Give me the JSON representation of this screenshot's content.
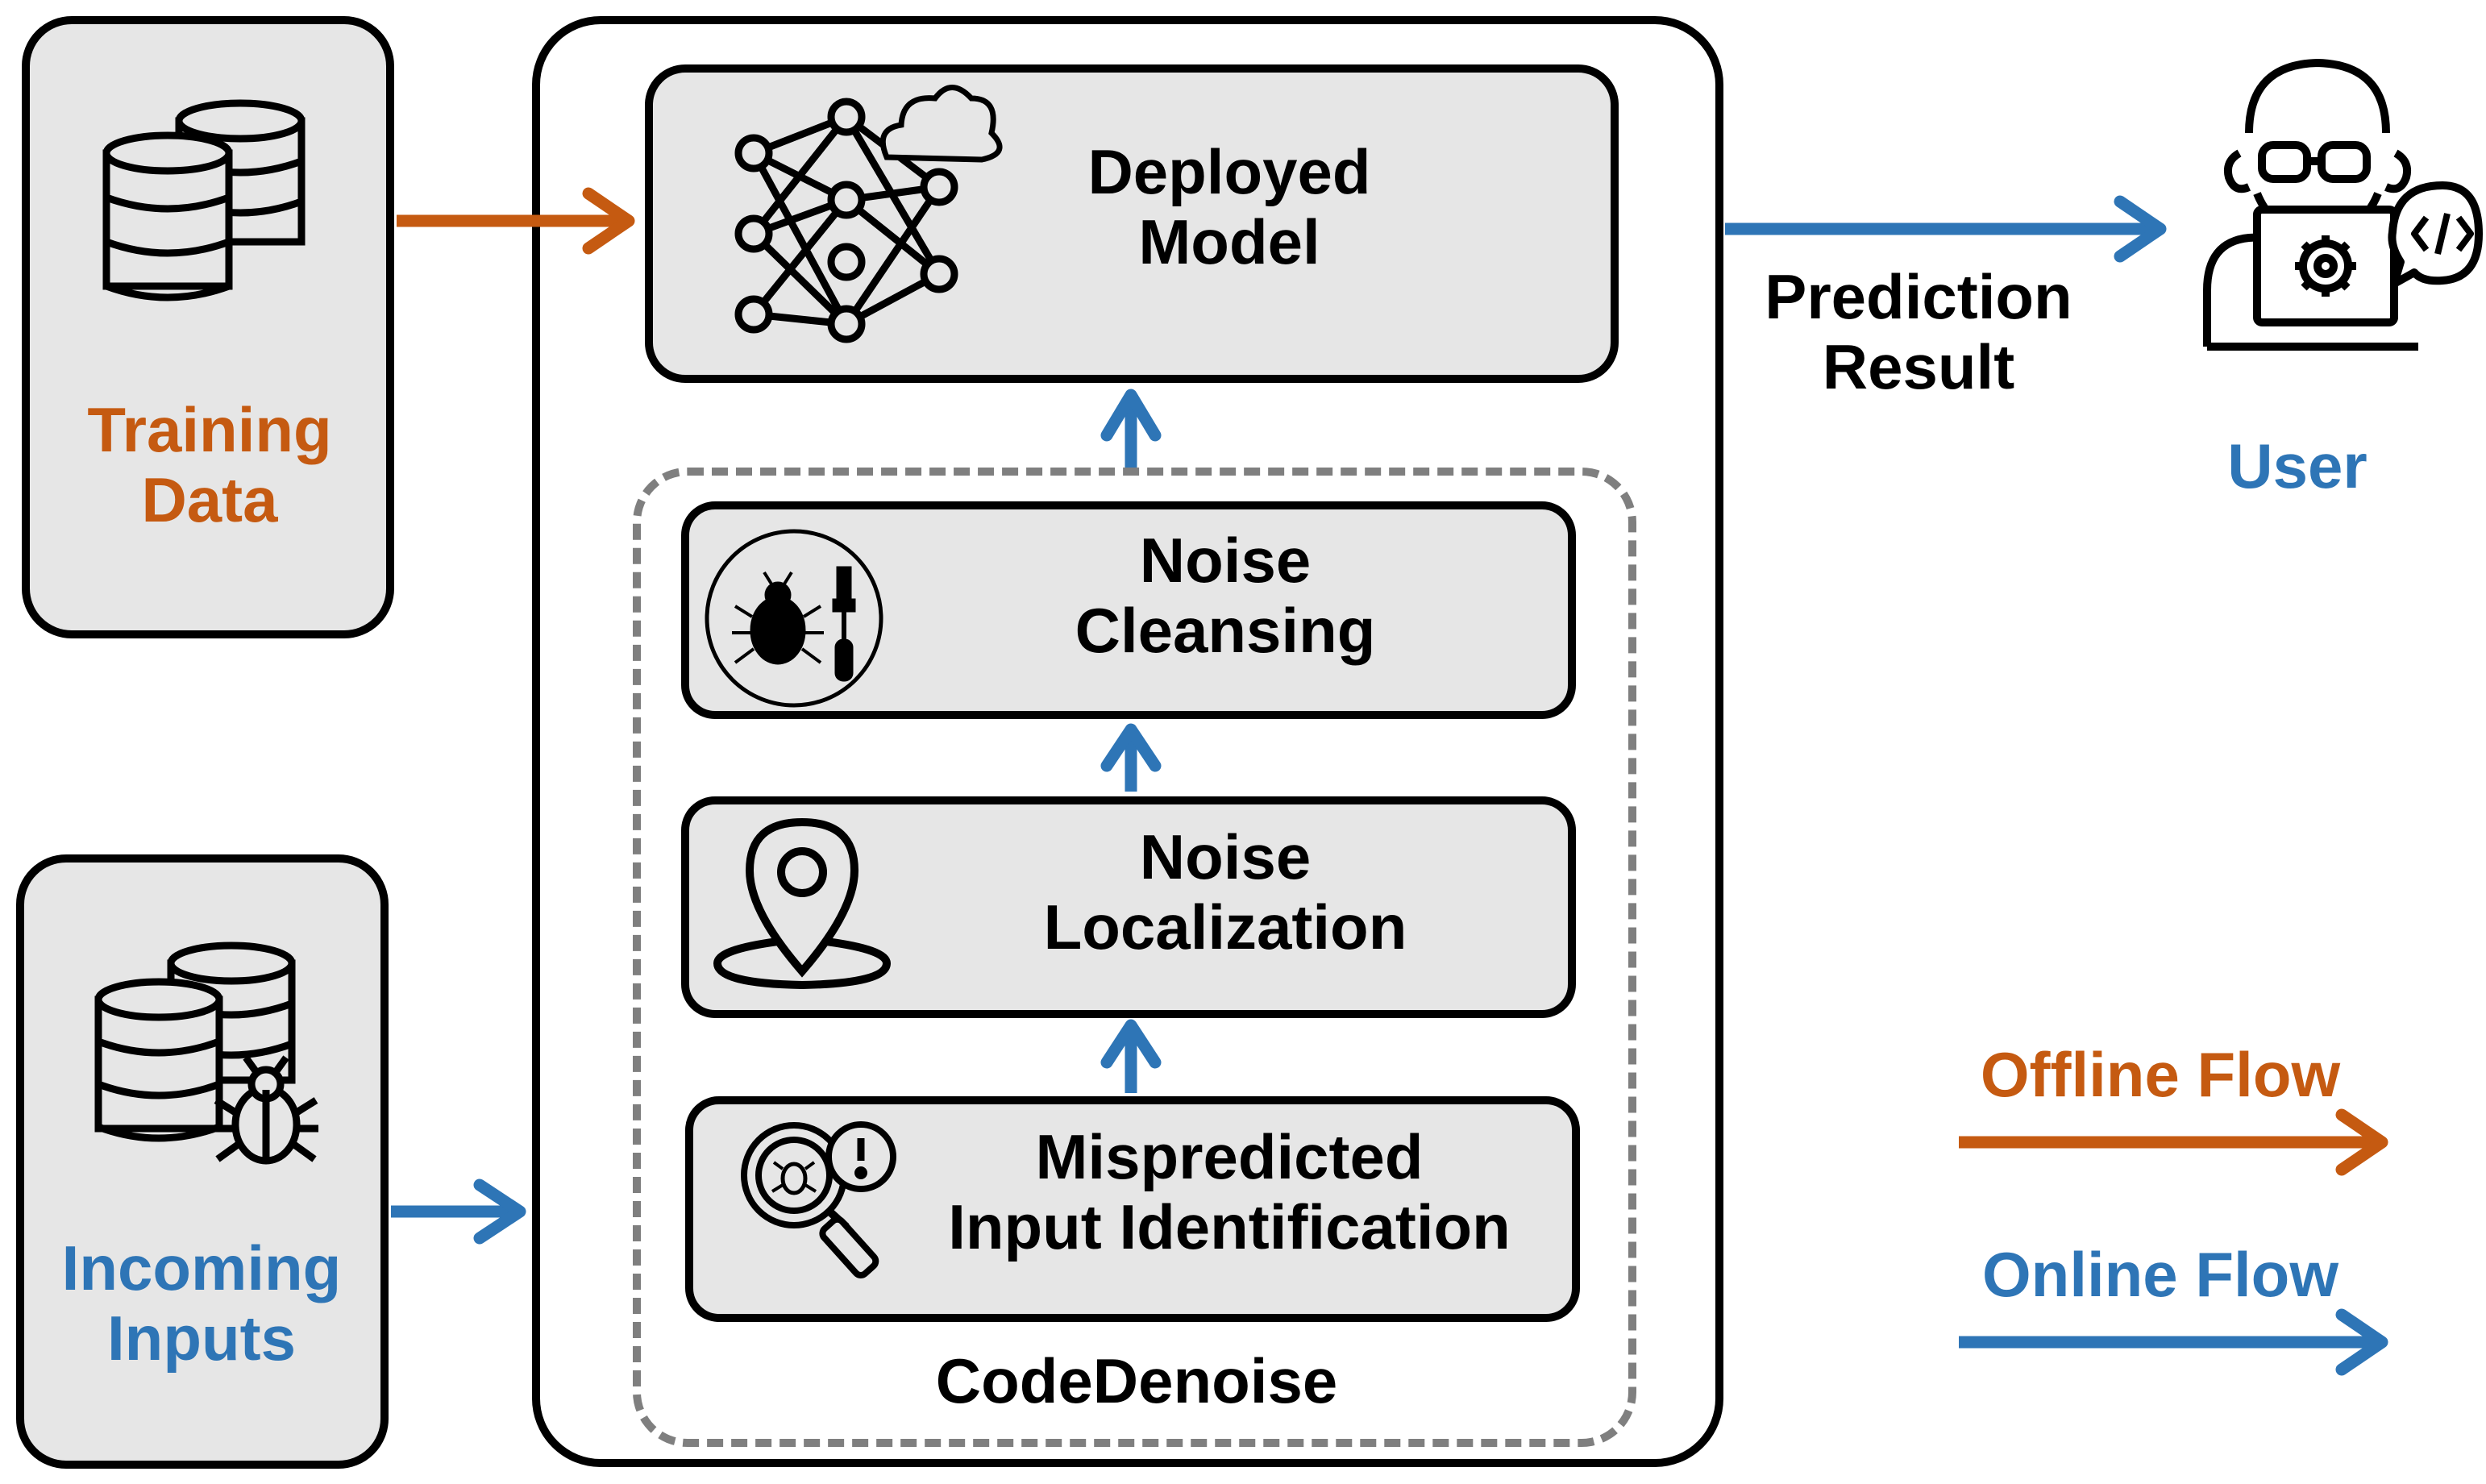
{
  "colors": {
    "offline": "#C55A11",
    "online": "#2E75B6",
    "box_fill": "#E6E6E6",
    "outline": "#000000",
    "dashed": "#7F7F7F"
  },
  "training_data": {
    "line1": "Training",
    "line2": "Data",
    "icon": "database-stack-icon"
  },
  "incoming_inputs": {
    "line1": "Incoming",
    "line2": "Inputs",
    "icon": "database-bug-icon"
  },
  "deployed_model": {
    "line1": "Deployed",
    "line2": "Model",
    "icon": "neural-network-cloud-icon"
  },
  "noise_cleansing": {
    "line1": "Noise",
    "line2": "Cleansing",
    "icon": "bug-screwdriver-icon"
  },
  "noise_localization": {
    "line1": "Noise",
    "line2": "Localization",
    "icon": "location-pin-icon"
  },
  "mispredicted": {
    "line1": "Mispredicted",
    "line2": "Input Identification",
    "icon": "magnifier-bug-alert-icon"
  },
  "codedenoise": {
    "label": "CodeDenoise"
  },
  "prediction": {
    "line1": "Prediction",
    "line2": "Result"
  },
  "user": {
    "label": "User",
    "icon": "developer-user-icon"
  },
  "legend": {
    "offline": "Offline Flow",
    "online": "Online Flow"
  }
}
